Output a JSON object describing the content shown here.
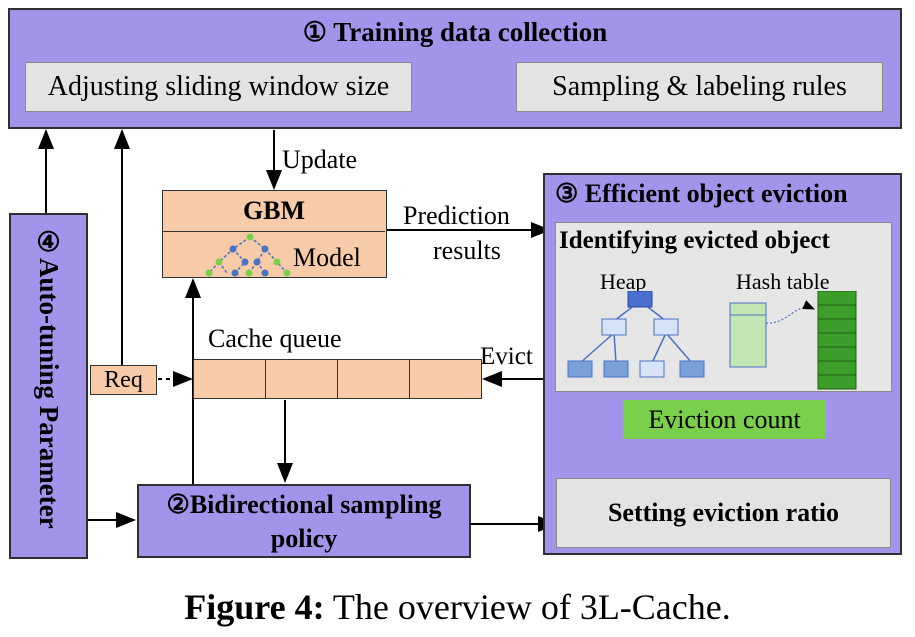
{
  "training": {
    "title": "① Training data collection",
    "left_box": "Adjusting sliding window size",
    "right_box": "Sampling & labeling rules"
  },
  "update_label": "Update",
  "gbm": {
    "title": "GBM",
    "model_label": "Model"
  },
  "prediction_label": [
    "Prediction",
    "results"
  ],
  "eviction": {
    "title": "③ Efficient object eviction",
    "identify_title": "Identifying evicted object",
    "heap_label": "Heap",
    "hash_label": "Hash table",
    "eviction_count": "Eviction count",
    "ratio": "Setting eviction ratio"
  },
  "evict_label": "Evict",
  "cache_queue_label": "Cache queue",
  "req_label": "Req",
  "auto_tuning": "④Auto-tuning Parameter",
  "sampling_policy": [
    "②Bidirectional sampling",
    "policy"
  ],
  "caption": {
    "bold": "Figure 4:",
    "rest": " The overview of 3L-Cache."
  },
  "colors": {
    "purple": "#a493ea",
    "grey": "#e3e3e3",
    "peach": "#f7cba8",
    "green": "#7ad04a",
    "blue": "#4a72c4",
    "light_blue": "#d6e3f7"
  }
}
